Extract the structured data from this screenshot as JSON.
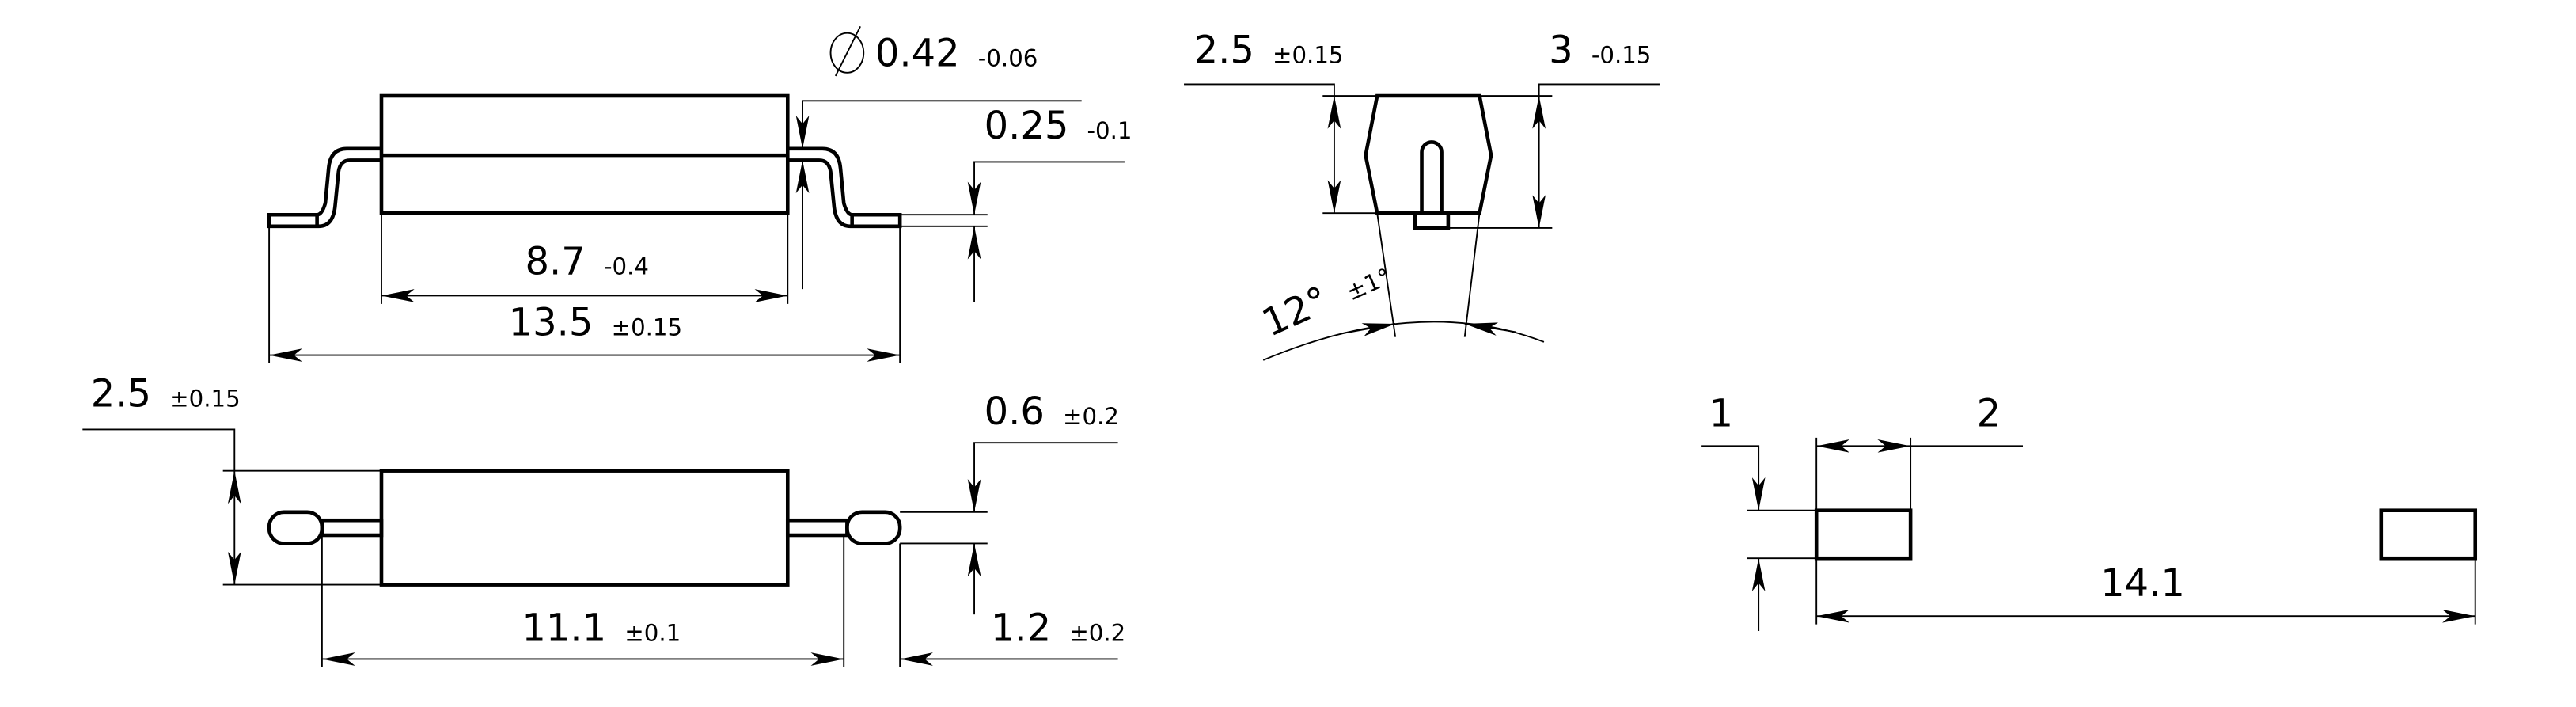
{
  "drawing": {
    "side_view_top": {
      "lead_diameter": {
        "symbol": "⌀",
        "value": "0.42",
        "tolerance": "-0.06"
      },
      "lead_thickness": {
        "value": "0.25",
        "tolerance": "-0.1"
      },
      "body_length": {
        "value": "8.7",
        "tolerance": "-0.4"
      },
      "overall_length": {
        "value": "13.5",
        "tolerance": "±0.15"
      }
    },
    "side_view_bottom": {
      "body_height": {
        "value": "2.5",
        "tolerance": "±0.15"
      },
      "lead_width": {
        "value": "0.6",
        "tolerance": "±0.2"
      },
      "lead_span": {
        "value": "11.1",
        "tolerance": "±0.1"
      },
      "pad_length": {
        "value": "1.2",
        "tolerance": "±0.2"
      }
    },
    "end_view": {
      "body_height": {
        "value": "2.5",
        "tolerance": "±0.15"
      },
      "total_height": {
        "value": "3",
        "tolerance": "-0.15"
      },
      "angle": {
        "value": "12°",
        "tolerance": "±1°"
      }
    },
    "footprint": {
      "pad_height": {
        "value": "1"
      },
      "pad_width": {
        "value": "2"
      },
      "pad_span": {
        "value": "14.1"
      }
    },
    "line_color": "#000000",
    "background": "#ffffff"
  }
}
